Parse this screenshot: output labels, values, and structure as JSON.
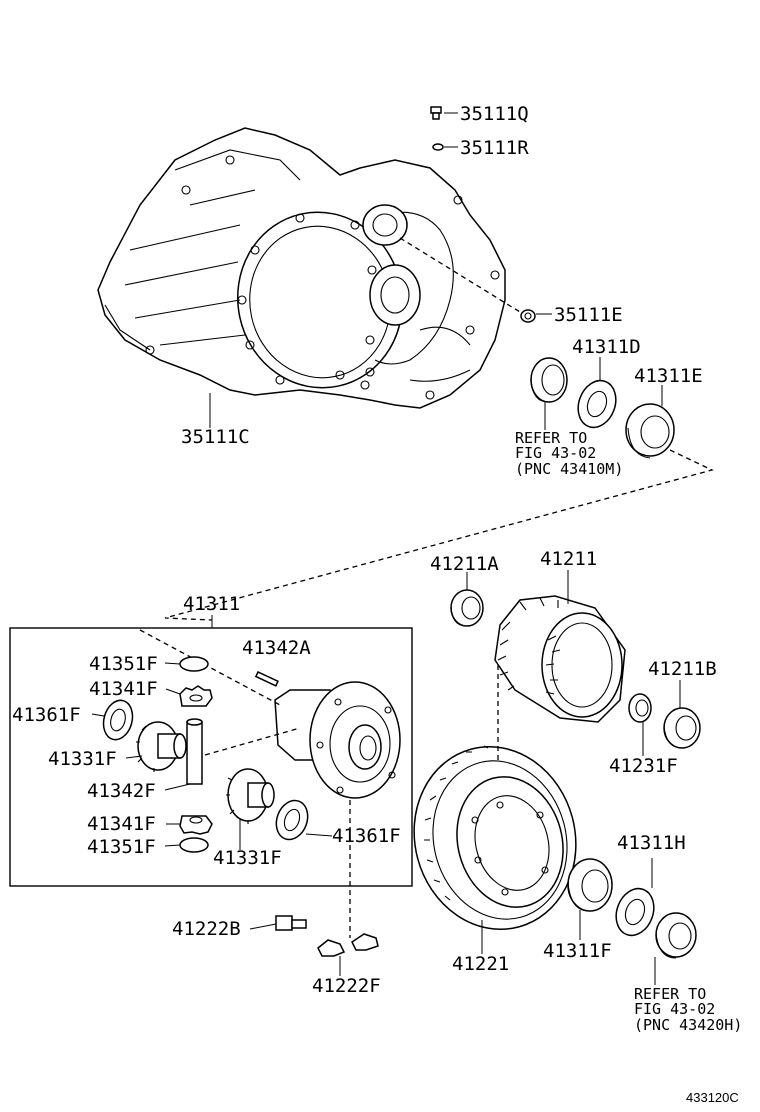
{
  "labels": {
    "p35111Q": "35111Q",
    "p35111R": "35111R",
    "p35111E": "35111E",
    "p35111C": "35111C",
    "p41311D": "41311D",
    "p41311E": "41311E",
    "refer_top_1": "REFER TO",
    "refer_top_2": "FIG 43-02",
    "refer_top_3": "(PNC 43410M)",
    "p41311": "41311",
    "p41211A": "41211A",
    "p41211": "41211",
    "p41211B": "41211B",
    "p41231F": "41231F",
    "p41342A": "41342A",
    "p41351F_top": "41351F",
    "p41341F_top": "41341F",
    "p41361F_left": "41361F",
    "p41331F_left": "41331F",
    "p41342F": "41342F",
    "p41341F_bot": "41341F",
    "p41351F_bot": "41351F",
    "p41331F_bot": "41331F",
    "p41361F_right": "41361F",
    "p41222B": "41222B",
    "p41222F": "41222F",
    "p41221": "41221",
    "p41311F": "41311F",
    "p41311H": "41311H",
    "refer_bot_1": "REFER TO",
    "refer_bot_2": "FIG 43-02",
    "refer_bot_3": "(PNC 43420H)",
    "figure_code": "433120C"
  }
}
